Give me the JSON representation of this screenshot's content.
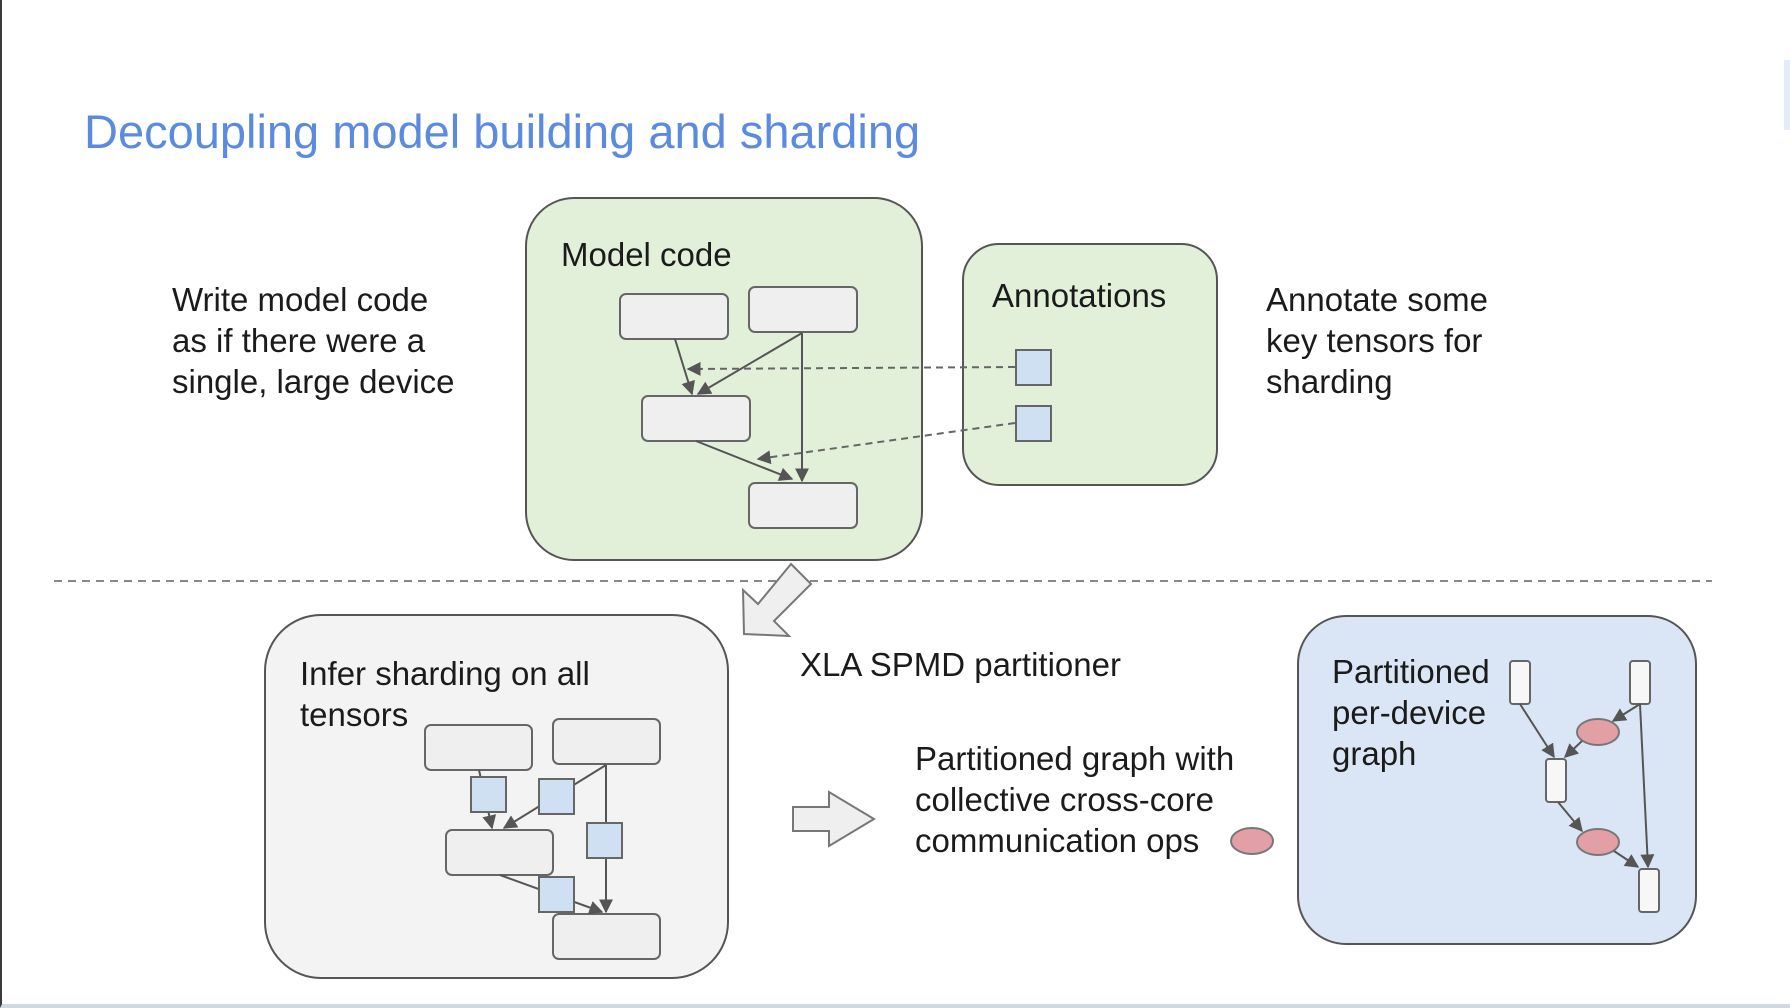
{
  "slide": {
    "title": "Decoupling model building and sharding",
    "left_note": "Write model code\nas if there were a\nsingle, large device",
    "right_note": "Annotate some\nkey tensors for\nsharding",
    "partitioner_label": "XLA SPMD partitioner",
    "graph_note": "Partitioned graph with\ncollective cross-core\ncommunication ops"
  },
  "panels": {
    "model_code": {
      "label": "Model code",
      "color": "#e2efd9",
      "border": "#555555"
    },
    "annotations": {
      "label": "Annotations",
      "color": "#e2efd9",
      "border": "#555555"
    },
    "infer": {
      "label": "Infer sharding on all\ntensors",
      "color": "#f3f3f3",
      "border": "#555555"
    },
    "partitioned": {
      "label": "Partitioned\nper-device\ngraph",
      "color": "#dae5f5",
      "border": "#555555"
    }
  },
  "colors": {
    "node_fill": "#efefef",
    "tensor_fill": "#cfe0f3",
    "collective_op_fill": "#e2a0a6",
    "title": "#5b8bde"
  },
  "icons": {
    "flow_arrow": "down-left-arrow-icon",
    "transform_arrow": "right-arrow-icon"
  }
}
